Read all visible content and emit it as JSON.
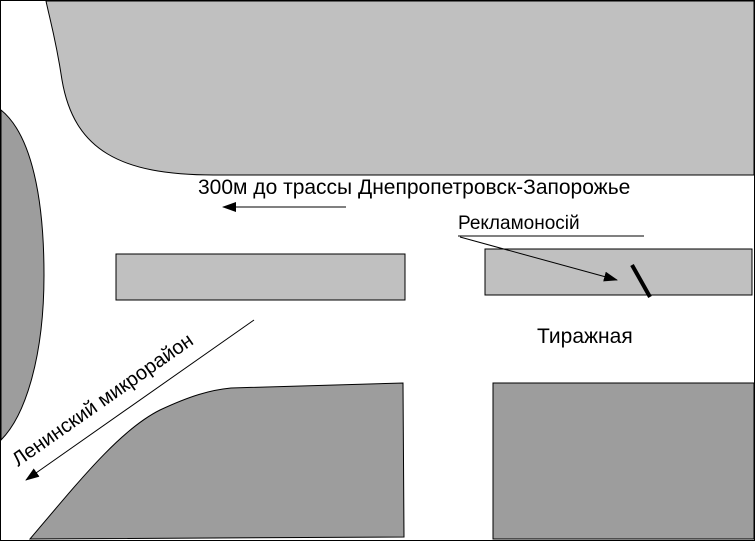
{
  "map": {
    "colors": {
      "background": "#ffffff",
      "block_light": "#c0c0c0",
      "block_dark": "#9d9d9d",
      "outline": "#000000",
      "billboard": "#000000"
    },
    "labels": {
      "route_hint": "300м до трассы Днепропетровск-Запорожье",
      "billboard": "Рекламоносій",
      "street": "Тиражная",
      "district": "Ленинский микрорайон"
    }
  }
}
